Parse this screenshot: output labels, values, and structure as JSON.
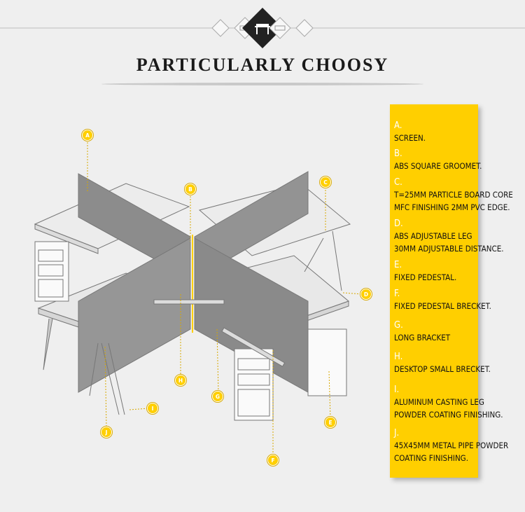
{
  "title": "PARTICULARLY CHOOSY",
  "colors": {
    "accent": "#ffcf00",
    "background": "#efefef",
    "panel_gray": "#8c8c8c"
  },
  "icons": [
    "desk-icon",
    "side-desk-icon",
    "workstation-icon"
  ],
  "specs": [
    {
      "letter": "A.",
      "desc": "SCREEN."
    },
    {
      "letter": "B.",
      "desc": "ABS SQUARE GROOMET."
    },
    {
      "letter": "C.",
      "desc": "T=25MM PARTICLE BOARD CORE\nMFC FINISHING  2MM PVC EDGE."
    },
    {
      "letter": "D.",
      "desc": "ABS ADJUSTABLE LEG\n30MM ADJUSTABLE DISTANCE."
    },
    {
      "letter": "E.",
      "desc": "FIXED PEDESTAL."
    },
    {
      "letter": "F.",
      "desc": "FIXED PEDESTAL BRECKET."
    },
    {
      "letter": "G.",
      "desc": "LONG BRACKET"
    },
    {
      "letter": "H.",
      "desc": "DESKTOP SMALL BRECKET."
    },
    {
      "letter": "I.",
      "desc": "ALUMINUM CASTING LEG\nPOWDER COATING FINISHING."
    },
    {
      "letter": "J.",
      "desc": "45X45MM METAL PIPE POWDER\nCOATING FINISHING."
    }
  ],
  "markers": [
    "A",
    "B",
    "C",
    "D",
    "E",
    "F",
    "G",
    "H",
    "I",
    "J"
  ]
}
